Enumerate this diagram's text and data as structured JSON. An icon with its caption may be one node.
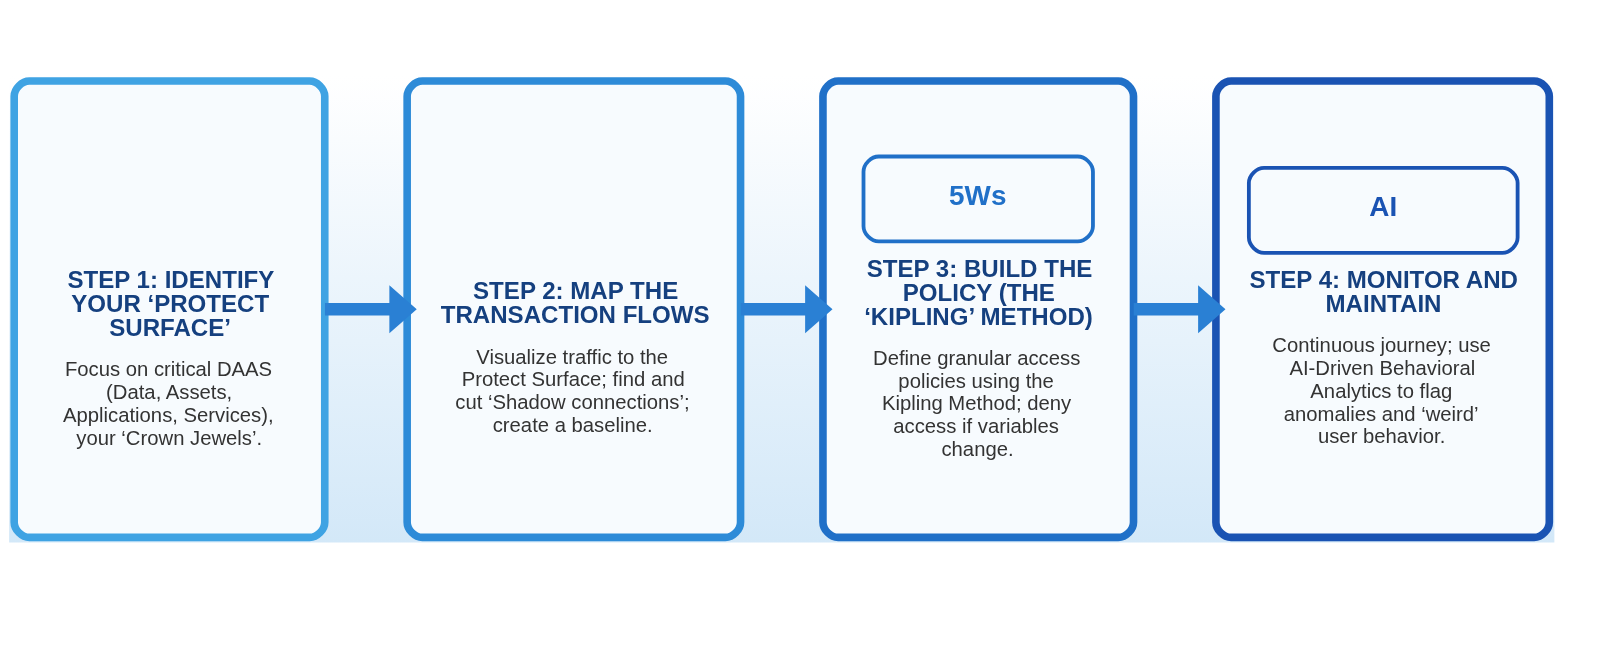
{
  "diagram": {
    "nodes": [
      {
        "text": [
          "STEP 1: IDENTIFY YOUR ‘PROTECT SURFACE’",
          "Focus on critical DAAS (Data, Assets, Applications, Services), your ‘Crown Jewels’."
        ]
      },
      {
        "text": [
          "STEP 2: MAP THE TRANSACTION FLOWS",
          "Visualize traffic to the Protect Surface; find and cut ‘Shadow connections’; create a baseline."
        ]
      },
      {
        "text": [
          "5Ws",
          "STEP 3: BUILD THE POLICY (THE ‘KIPLING’ METHOD)",
          "Define granular access policies using the Kipling Method; deny access if variables change."
        ]
      },
      {
        "text": [
          "AI",
          "STEP 4: MONITOR AND MAINTAIN",
          "Continuous journey; use AI-Driven Behavioral Analytics to flag anomalies and ‘weird’ user behavior."
        ]
      }
    ],
    "edges": [
      {
        "from": 0,
        "to": 1,
        "arrow": "to"
      },
      {
        "from": 1,
        "to": 2,
        "arrow": "to"
      },
      {
        "from": 2,
        "to": 3,
        "arrow": "to"
      }
    ]
  }
}
